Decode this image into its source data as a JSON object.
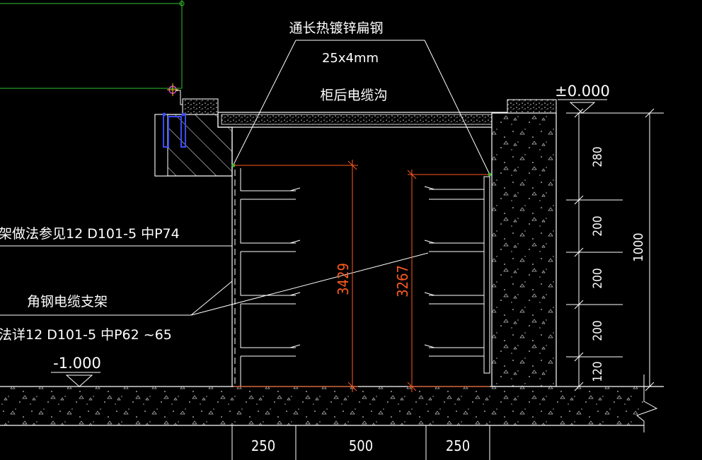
{
  "colors": {
    "background": "#000000",
    "line": "#ffffff",
    "dimension_red": "#ff5a1e",
    "green": "#2fbf2f",
    "blue": "#3a4dff",
    "magenta": "#ff44ff"
  },
  "labels": {
    "flat_steel_title": "通长热镀锌扁钢",
    "flat_steel_size": "25x4mm",
    "trench_name": "柜后电缆沟",
    "top_elevation": "±0.000",
    "bottom_elevation": "-1.000",
    "bracket_method": "架做法参见12 D101-5 中P74",
    "angle_bracket": "角钢电缆支架",
    "detail_ref": "法详12 D101-5 中P62 ~65"
  },
  "dimensions": {
    "left_height": "3429",
    "right_height": "3267",
    "right_segments": [
      "280",
      "200",
      "200",
      "200",
      "120"
    ],
    "right_total": "1000",
    "bottom_widths": [
      "250",
      "500",
      "250"
    ]
  }
}
